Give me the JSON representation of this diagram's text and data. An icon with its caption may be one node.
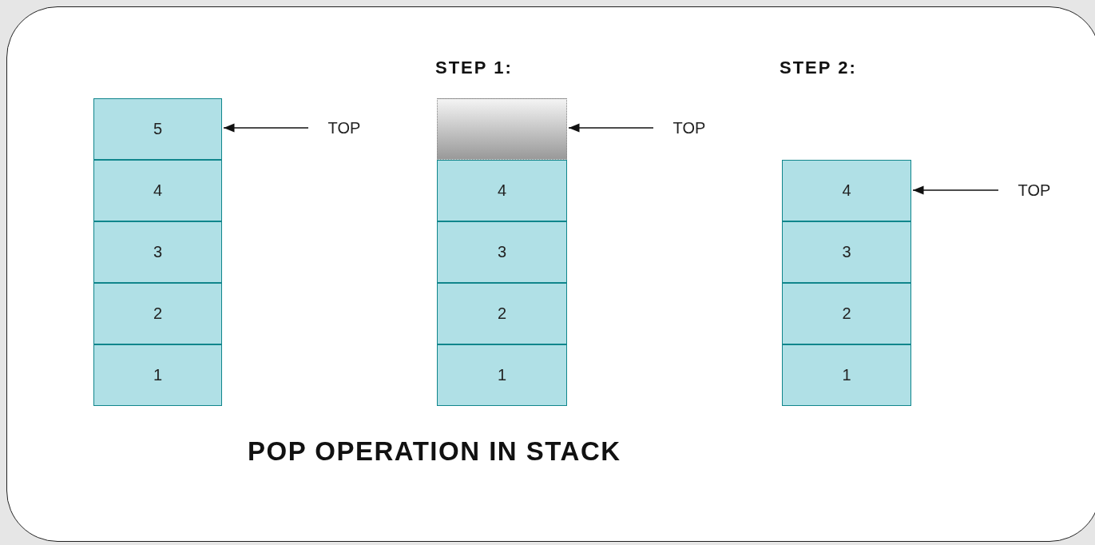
{
  "diagram": {
    "caption": "POP OPERATION IN STACK",
    "nodes": [
      {
        "text": [
          "5"
        ]
      },
      {
        "text": [
          "4"
        ]
      },
      {
        "text": [
          "3"
        ]
      },
      {
        "text": [
          "2"
        ]
      },
      {
        "text": [
          "1"
        ]
      },
      {
        "text": [
          "TOP"
        ]
      },
      {
        "text": [],
        "shape": "box"
      },
      {
        "text": [
          "4"
        ]
      },
      {
        "text": [
          "3"
        ]
      },
      {
        "text": [
          "2"
        ]
      },
      {
        "text": [
          "1"
        ]
      },
      {
        "text": [
          "TOP"
        ]
      },
      {
        "text": [
          "4"
        ]
      },
      {
        "text": [
          "3"
        ]
      },
      {
        "text": [
          "2"
        ]
      },
      {
        "text": [
          "1"
        ]
      },
      {
        "text": [
          "TOP"
        ]
      }
    ],
    "edges": [
      {
        "from": 5,
        "to": 0,
        "arrow": "to"
      },
      {
        "from": 11,
        "to": 6,
        "arrow": "to"
      },
      {
        "from": 16,
        "to": 12,
        "arrow": "to"
      }
    ],
    "labels": [
      "STEP 1:",
      "STEP 2:"
    ]
  }
}
